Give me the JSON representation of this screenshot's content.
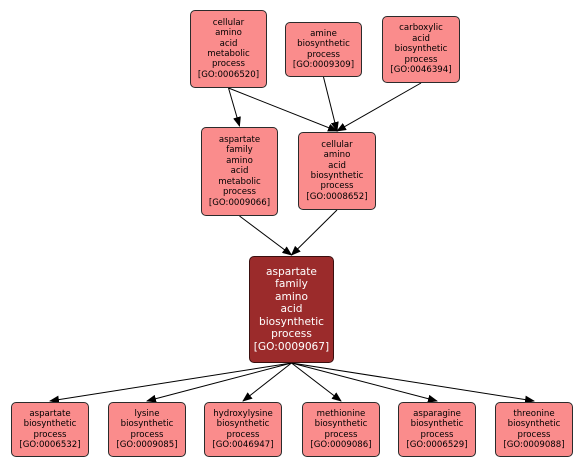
{
  "graph": {
    "colors": {
      "node_fill": "#fa8c8c",
      "focus_fill": "#9b2b2b",
      "edge": "#000000"
    },
    "nodes": [
      {
        "id": "GO:0006520",
        "label": "cellular\namino\nacid\nmetabolic\nprocess\n[GO:0006520]"
      },
      {
        "id": "GO:0009309",
        "label": "amine\nbiosynthetic\nprocess\n[GO:0009309]"
      },
      {
        "id": "GO:0046394",
        "label": "carboxylic\nacid\nbiosynthetic\nprocess\n[GO:0046394]"
      },
      {
        "id": "GO:0009066",
        "label": "aspartate\nfamily\namino\nacid\nmetabolic\nprocess\n[GO:0009066]"
      },
      {
        "id": "GO:0008652",
        "label": "cellular\namino\nacid\nbiosynthetic\nprocess\n[GO:0008652]"
      },
      {
        "id": "GO:0009067",
        "label": "aspartate\nfamily\namino\nacid\nbiosynthetic\nprocess\n[GO:0009067]",
        "focus": true
      },
      {
        "id": "GO:0006532",
        "label": "aspartate\nbiosynthetic\nprocess\n[GO:0006532]"
      },
      {
        "id": "GO:0009085",
        "label": "lysine\nbiosynthetic\nprocess\n[GO:0009085]"
      },
      {
        "id": "GO:0046947",
        "label": "hydroxylysine\nbiosynthetic\nprocess\n[GO:0046947]"
      },
      {
        "id": "GO:0009086",
        "label": "methionine\nbiosynthetic\nprocess\n[GO:0009086]"
      },
      {
        "id": "GO:0006529",
        "label": "asparagine\nbiosynthetic\nprocess\n[GO:0006529]"
      },
      {
        "id": "GO:0009088",
        "label": "threonine\nbiosynthetic\nprocess\n[GO:0009088]"
      }
    ],
    "edges": [
      {
        "from": "GO:0006520",
        "to": "GO:0009066"
      },
      {
        "from": "GO:0006520",
        "to": "GO:0008652"
      },
      {
        "from": "GO:0009309",
        "to": "GO:0008652"
      },
      {
        "from": "GO:0046394",
        "to": "GO:0008652"
      },
      {
        "from": "GO:0009066",
        "to": "GO:0009067"
      },
      {
        "from": "GO:0008652",
        "to": "GO:0009067"
      },
      {
        "from": "GO:0009067",
        "to": "GO:0006532"
      },
      {
        "from": "GO:0009067",
        "to": "GO:0009085"
      },
      {
        "from": "GO:0009067",
        "to": "GO:0046947"
      },
      {
        "from": "GO:0009067",
        "to": "GO:0009086"
      },
      {
        "from": "GO:0009067",
        "to": "GO:0006529"
      },
      {
        "from": "GO:0009067",
        "to": "GO:0009088"
      }
    ]
  }
}
